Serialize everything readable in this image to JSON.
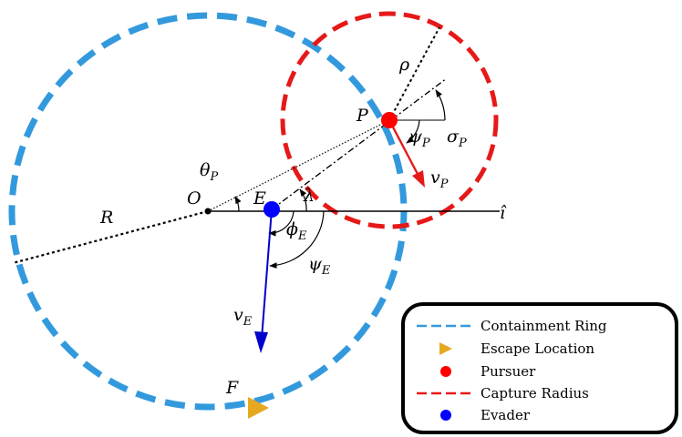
{
  "diagram": {
    "points": {
      "origin": "O",
      "evader": "E",
      "pursuer": "P",
      "escape": "F"
    },
    "labels": {
      "R": "R",
      "rho": "ρ",
      "lambda": "λ",
      "i_hat": "î",
      "theta": "θ",
      "theta_sub": "P",
      "phi": "ϕ",
      "phi_sub": "E",
      "psi_E": "ψ",
      "psi_E_sub": "E",
      "psi_P": "ψ",
      "psi_P_sub": "P",
      "sigma": "σ",
      "sigma_sub": "P",
      "v_E": "v",
      "v_E_sub": "E",
      "v_P": "v",
      "v_P_sub": "P"
    },
    "colors": {
      "containment_ring": "#3399dd",
      "capture_radius": "#e61919",
      "pursuer": "#ff0000",
      "evader": "#0000ff",
      "escape": "#e6a820",
      "evader_velocity": "#0000cc",
      "pursuer_velocity": "#e61919"
    }
  },
  "legend": {
    "items": [
      {
        "label": "Containment Ring",
        "symbol": "blue-dashed-line"
      },
      {
        "label": "Escape Location",
        "symbol": "orange-triangle"
      },
      {
        "label": "Pursuer",
        "symbol": "red-dot"
      },
      {
        "label": "Capture Radius",
        "symbol": "red-dashed-line"
      },
      {
        "label": "Evader",
        "symbol": "blue-dot"
      }
    ]
  }
}
